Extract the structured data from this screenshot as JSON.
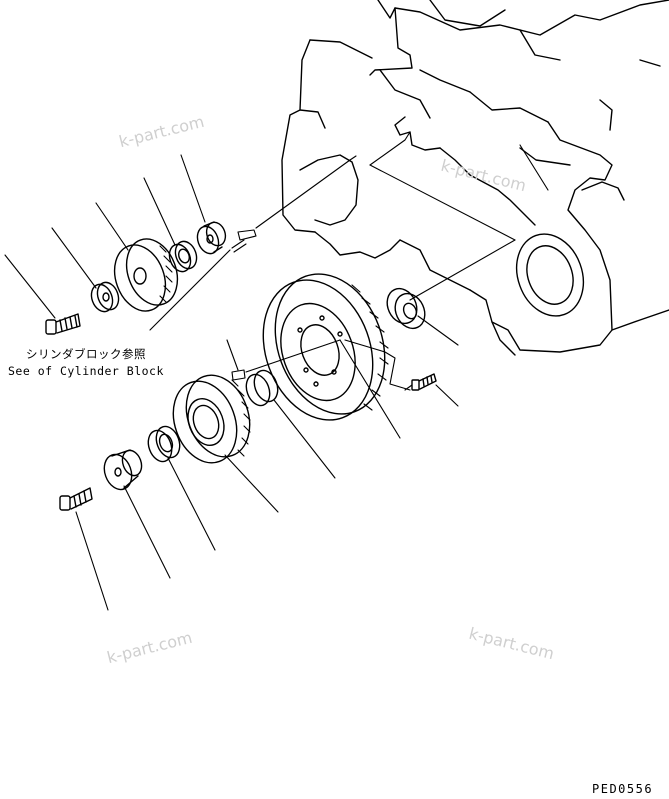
{
  "reference_note": {
    "japanese": "シリンダブロック参照",
    "english": "See of Cylinder Block"
  },
  "watermarks": [
    "k-part.com",
    "k-part.com",
    "k-part.com",
    "k-part.com"
  ],
  "drawing_code": "PED0556"
}
